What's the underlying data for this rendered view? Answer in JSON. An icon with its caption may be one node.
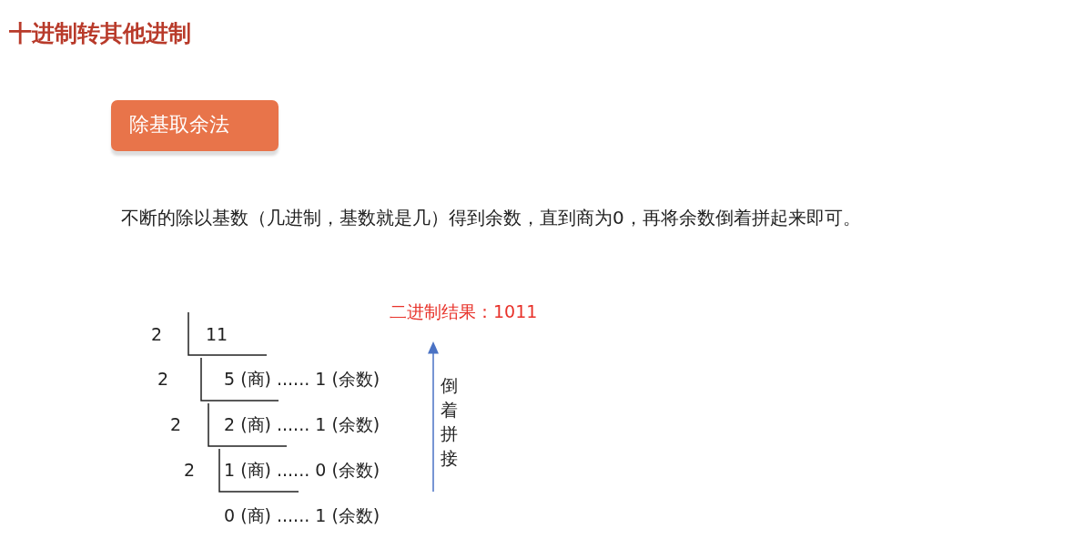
{
  "diagram": {
    "title": "十进制转其他进制",
    "nodes": [
      {
        "text": [
          "除基取余法"
        ]
      }
    ],
    "edges": [],
    "labels": [
      "不断的除以基数（几进制，基数就是几）得到余数，直到商为0，再将余数倒着拼起来即可。",
      "二进制结果：1011",
      "2",
      "11",
      "2",
      "5 (商) ...... 1 (余数)",
      "2",
      "2 (商) ...... 1 (余数)",
      "2",
      "1 (商) ...... 0 (余数)",
      "0 (商) ...... 1 (余数)",
      "倒着拼接"
    ]
  }
}
